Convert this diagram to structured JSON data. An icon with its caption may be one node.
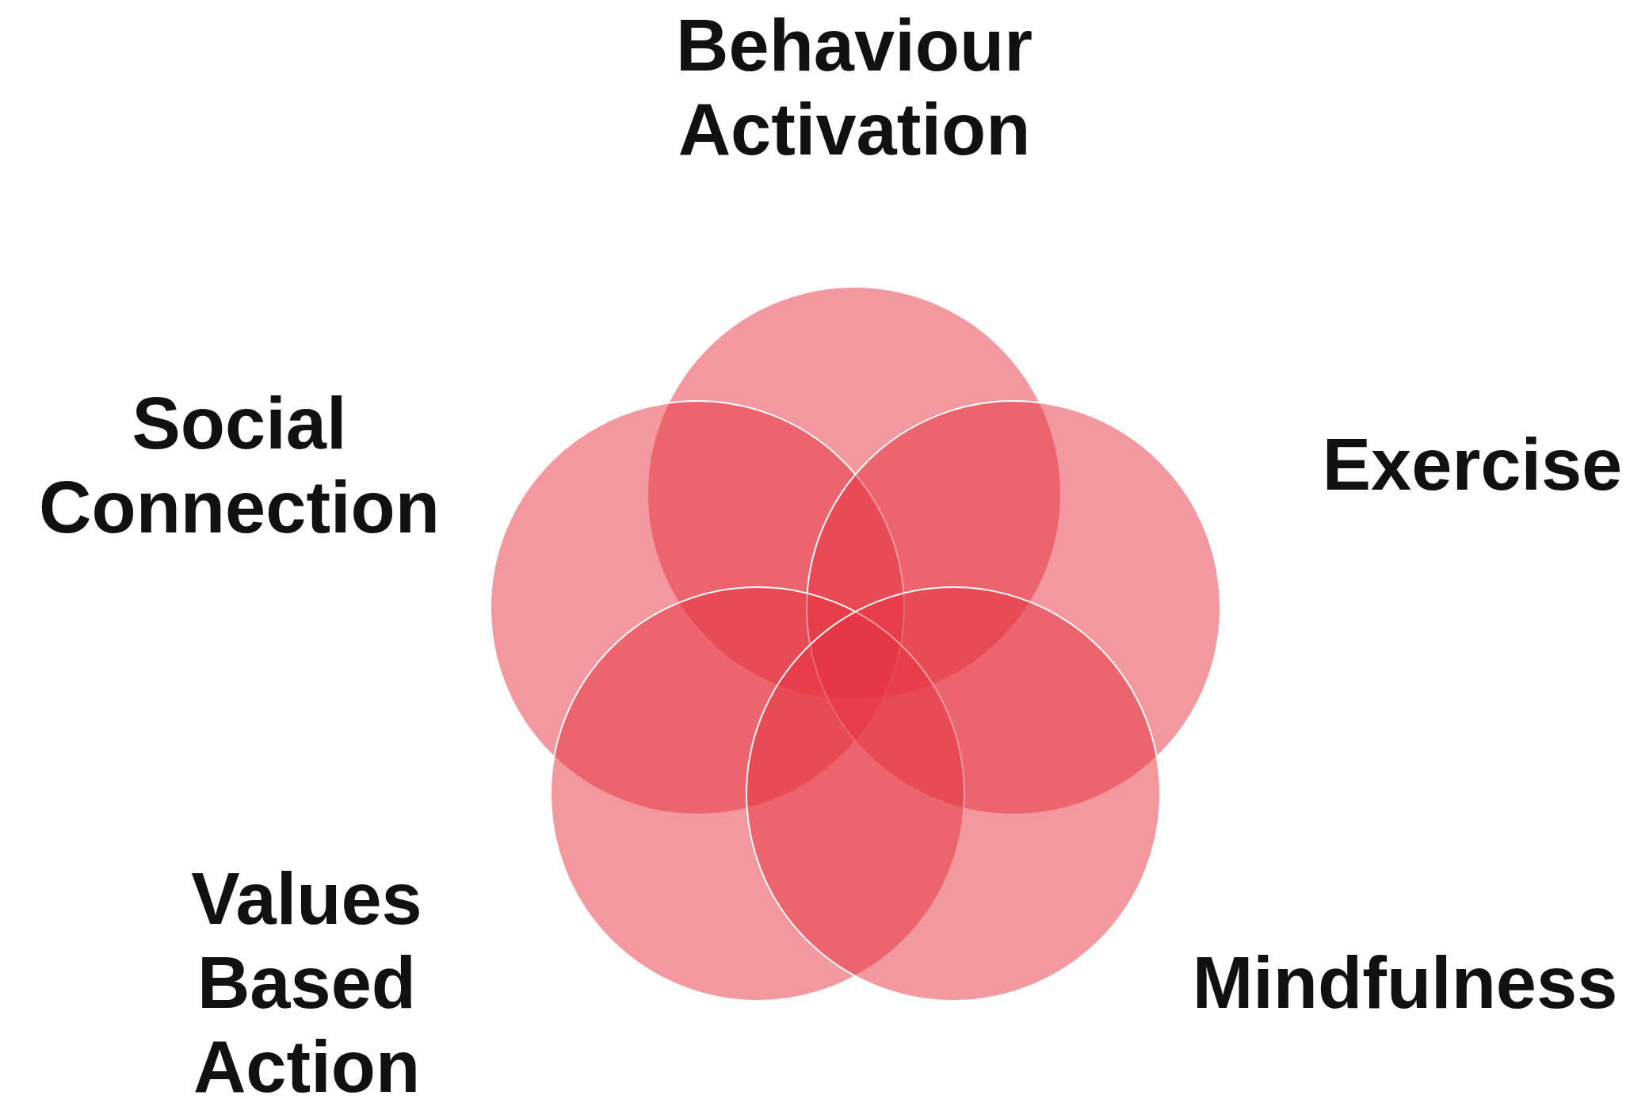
{
  "diagram": {
    "nodes": [
      {
        "text": [
          "Behaviour Activation"
        ]
      },
      {
        "text": [
          "Social Connection"
        ]
      },
      {
        "text": [
          "Exercise"
        ]
      },
      {
        "text": [
          "Values Based Action"
        ]
      },
      {
        "text": [
          "Mindfulness"
        ]
      }
    ]
  }
}
